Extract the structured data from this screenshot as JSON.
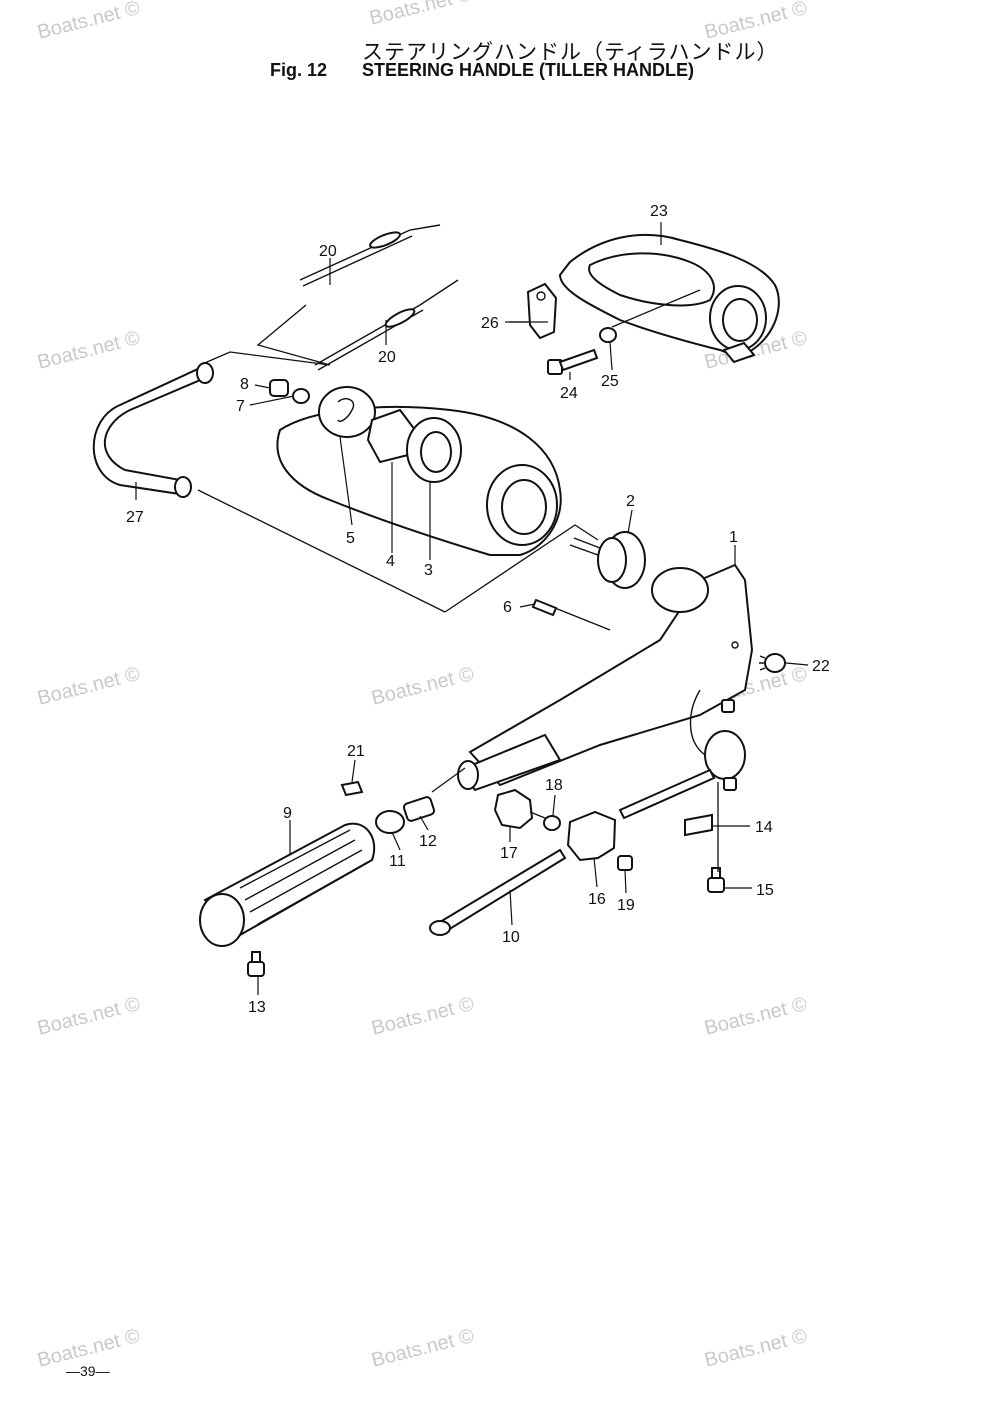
{
  "header": {
    "title_jp": "ステアリングハンドル（ティラハンドル）",
    "fig_number": "Fig. 12",
    "title_en": "STEERING HANDLE (TILLER HANDLE)"
  },
  "footer": {
    "page_number": "—39—"
  },
  "watermark_text": "Boats.net ©",
  "callouts": {
    "c1": "1",
    "c2": "2",
    "c3": "3",
    "c4": "4",
    "c5": "5",
    "c6": "6",
    "c7": "7",
    "c8": "8",
    "c9": "9",
    "c10": "10",
    "c11": "11",
    "c12": "12",
    "c13": "13",
    "c14": "14",
    "c15": "15",
    "c16": "16",
    "c17": "17",
    "c18": "18",
    "c19": "19",
    "c20a": "20",
    "c20b": "20",
    "c21": "21",
    "c22": "22",
    "c23": "23",
    "c24": "24",
    "c25": "25",
    "c26": "26",
    "c27": "27"
  },
  "colors": {
    "line": "#111111",
    "watermark": "#c9c9c9",
    "background": "#ffffff"
  }
}
